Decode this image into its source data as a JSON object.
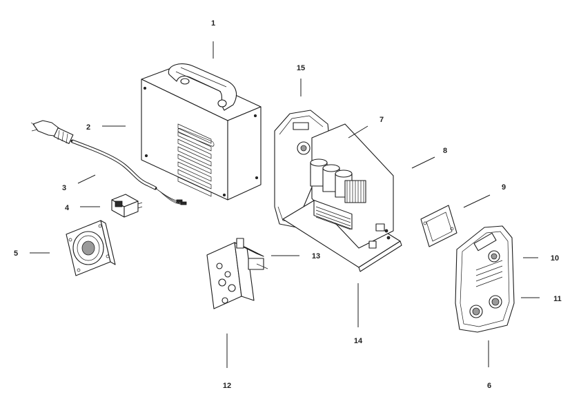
{
  "callouts": {
    "c1": "1",
    "c2": "2",
    "c3": "3",
    "c4": "4",
    "c5": "5",
    "c6": "6",
    "c7": "7",
    "c8": "8",
    "c9": "9",
    "c10": "10",
    "c11": "11",
    "c12": "12",
    "c13": "13",
    "c14": "14",
    "c15": "15"
  },
  "colors": {
    "line": "#1a1a1a",
    "text": "#222222",
    "background": "#ffffff"
  }
}
